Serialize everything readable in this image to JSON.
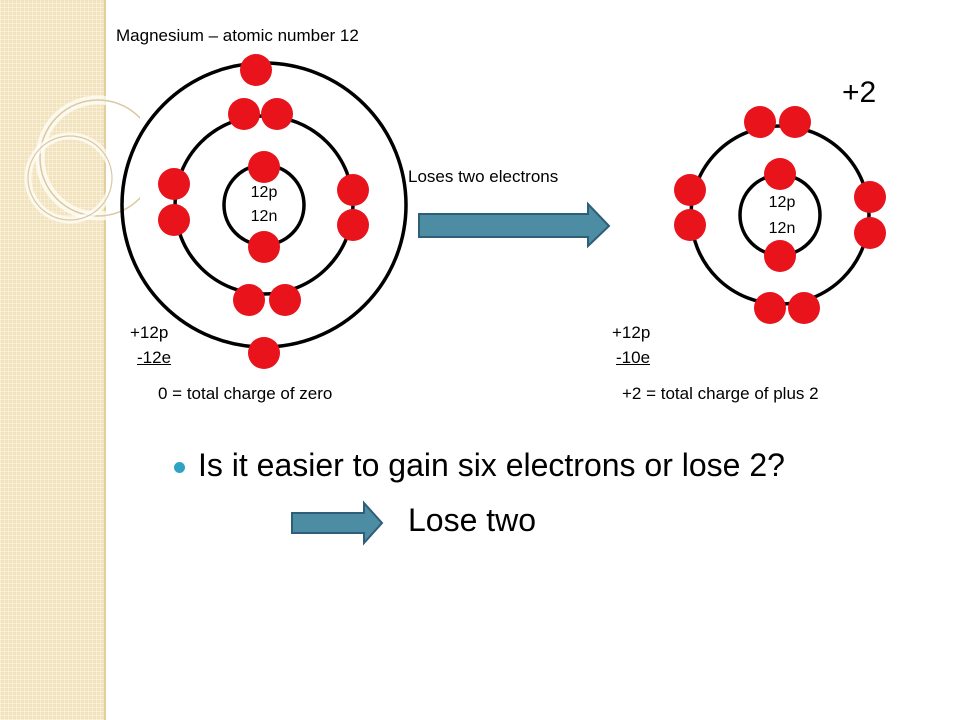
{
  "title": "Magnesium – atomic number 12",
  "atom": {
    "nucleus_protons": "12p",
    "nucleus_neutrons": "12n"
  },
  "ion": {
    "nucleus_protons": "12p",
    "nucleus_neutrons": "12n",
    "charge": "+2"
  },
  "arrow_label": "Loses two electrons",
  "atom_calc": {
    "protons": "+12p",
    "electrons": "-12e",
    "result": "0 = total charge of zero"
  },
  "ion_calc": {
    "protons": "+12p",
    "electrons": "-10e",
    "result": "+2 = total charge of plus 2"
  },
  "question": "Is it easier to gain six electrons or lose 2?",
  "answer": "Lose two",
  "colors": {
    "electron": "#e8131b",
    "arrow_fill": "#4d8da4",
    "arrow_stroke": "#2e5e7a",
    "shell": "#000000",
    "bullet": "#2fa3c3",
    "panel": "#f3e3bd"
  }
}
